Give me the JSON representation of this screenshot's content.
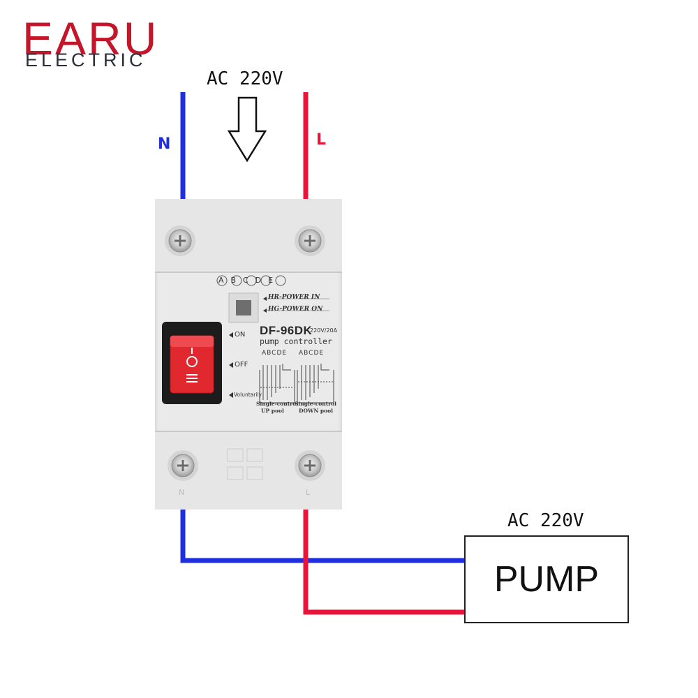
{
  "logo": {
    "brand": "EARU",
    "tagline": "ELECTRIC"
  },
  "supply": {
    "label": "AC 220V",
    "neutral_label": "N",
    "live_label": "L"
  },
  "device": {
    "model": "DF-96DK",
    "rating": "220V/20A",
    "name": "pump controller",
    "terminal_letters": [
      "A",
      "B",
      "C",
      "D",
      "E"
    ],
    "indicators": [
      "HR-POWER IN",
      "HG-POWER ON"
    ],
    "switch_positions": [
      "ON",
      "OFF",
      "Voluntarily"
    ],
    "diagram_left_letters": "ABCDE",
    "diagram_right_letters": "ABCDE",
    "diagram_left_caption_1": "Single-control",
    "diagram_left_caption_2": "UP pool",
    "diagram_right_caption_1": "Single-control",
    "diagram_right_caption_2": "DOWN pool",
    "bottom_neutral": "N",
    "bottom_live": "L"
  },
  "load": {
    "label": "AC 220V",
    "name": "PUMP"
  },
  "colors": {
    "neutral_wire": "#1f2ee0",
    "live_wire": "#e8143a",
    "brand": "#c4162a",
    "switch": "#e0282e"
  }
}
